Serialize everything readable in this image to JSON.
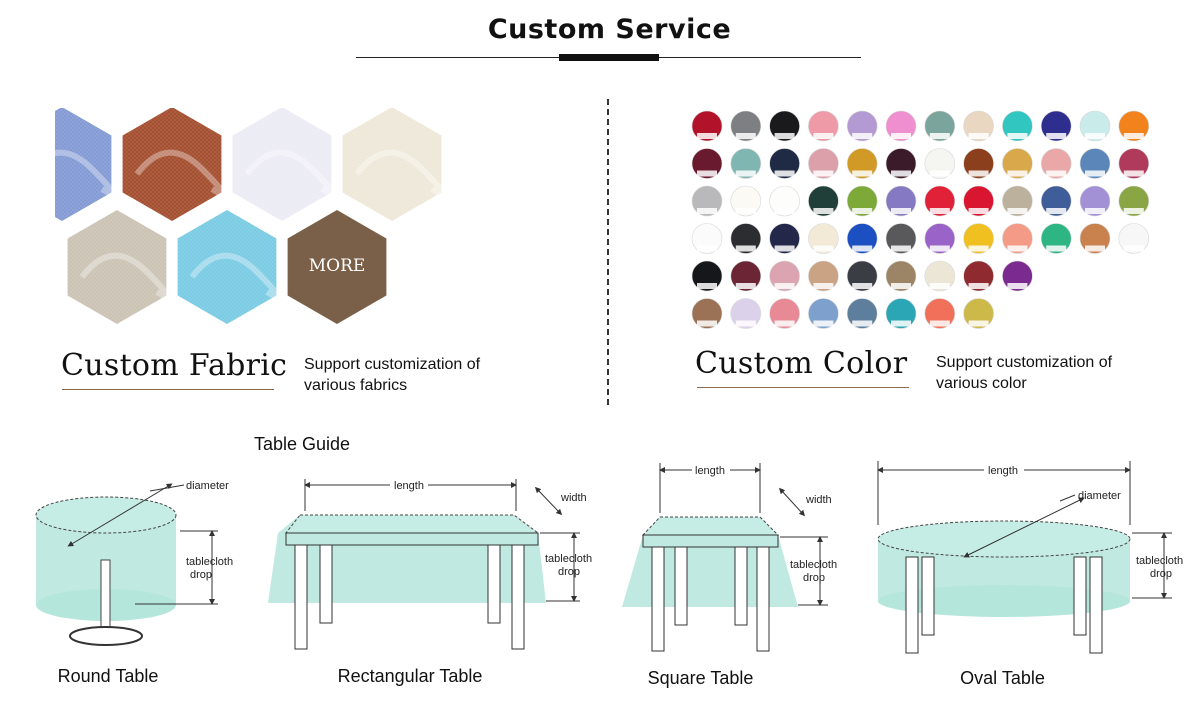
{
  "header": {
    "title": "Custom Service"
  },
  "fabric": {
    "heading": "Custom Fabric",
    "description_line1": "Support customization of",
    "description_line2": "various fabrics",
    "more_label": "MORE",
    "swatches": [
      {
        "name": "blue-linen-swatch",
        "color": "#7f97d3"
      },
      {
        "name": "rust-crepe-swatch",
        "color": "#a24a2a"
      },
      {
        "name": "white-chiffon-swatch",
        "color": "#ecebf5"
      },
      {
        "name": "ivory-satin-swatch",
        "color": "#eee8d8"
      },
      {
        "name": "beige-linen-swatch",
        "color": "#c9c1b2"
      },
      {
        "name": "aqua-satin-swatch",
        "color": "#77c9e3"
      }
    ],
    "more_color": "#7a6048"
  },
  "color": {
    "heading": "Custom Color",
    "description_line1": "Support customization of",
    "description_line2": "various color",
    "rows": [
      [
        "#b3132a",
        "#7d7f83",
        "#1a1a1c",
        "#ee9aa7",
        "#b49ad3",
        "#f08fcf",
        "#7ba59c",
        "#e9d7c2",
        "#32c6c0",
        "#2e2e8e",
        "#c9ebea",
        "#f2821c"
      ],
      [
        "#6a1a2e",
        "#7fb6b1",
        "#1f2a44",
        "#dba0aa",
        "#d19a26",
        "#3b1a2a",
        "#f5f5f2",
        "#8c3f1d",
        "#d8a84a",
        "#eaa7a8",
        "#5a86b9",
        "#b03a5b"
      ],
      [
        "#b9b9bb",
        "#fbfaf4",
        "#fdfdfc",
        "#1f3f38",
        "#7ca938",
        "#8679c4",
        "#e02138",
        "#d9152f",
        "#bcb19d",
        "#3f5d98",
        "#a391d6",
        "#8aa644"
      ],
      [
        "#fbfbfb",
        "#2b2d30",
        "#23284a",
        "#f2ead6",
        "#1c4fc2",
        "#59595c",
        "#9a63c7",
        "#f0c020",
        "#f39b86",
        "#2eb584",
        "#c9814e",
        "#f7f7f7"
      ],
      [
        "#16171a",
        "#6b2535",
        "#dca3b0",
        "#c9a384",
        "#3a3d44",
        "#9c8566",
        "#ece6d6",
        "#8f2a30",
        "#7b2a90"
      ],
      [
        "#9b7256",
        "#dcd1ea",
        "#e88a96",
        "#7ea0cc",
        "#5d7e9c",
        "#2aa6b4",
        "#f0705a",
        "#cdb84a"
      ]
    ]
  },
  "table_guide": {
    "title": "Table Guide",
    "labels": {
      "diameter": "diameter",
      "length": "length",
      "width": "width",
      "tablecloth": "tablecloth",
      "drop": "drop"
    },
    "tables": {
      "round": "Round Table",
      "rectangular": "Rectangular Table",
      "square": "Square Table",
      "oval": "Oval Table"
    }
  }
}
